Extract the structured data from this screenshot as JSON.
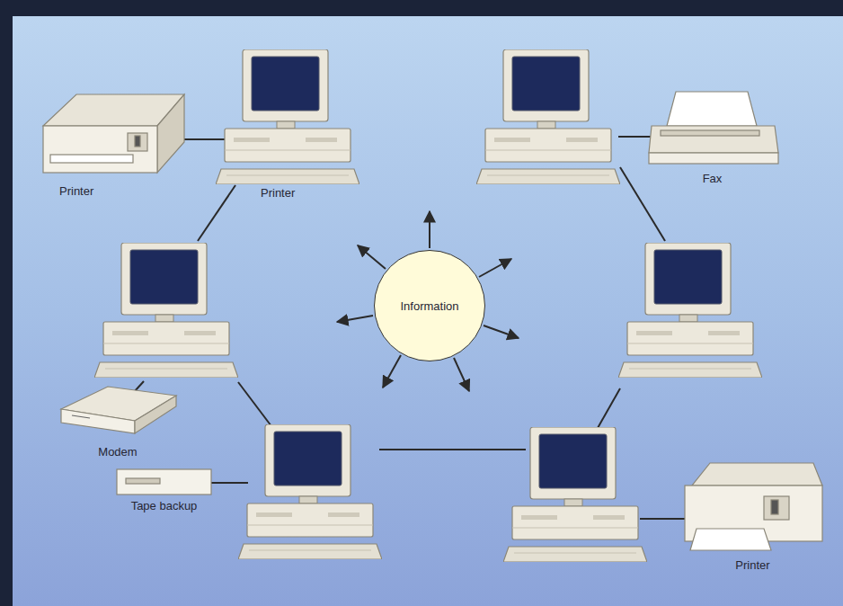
{
  "diagram": {
    "nodes": [
      {
        "text": [
          "Printer"
        ]
      },
      {
        "text": [
          "Fax"
        ]
      },
      {
        "text": [
          "Information"
        ]
      },
      {
        "text": [
          "Modem"
        ]
      },
      {
        "text": [
          "Tape backup"
        ]
      },
      {
        "text": [
          "Printer"
        ]
      }
    ],
    "labels": [
      "Printer"
    ]
  }
}
